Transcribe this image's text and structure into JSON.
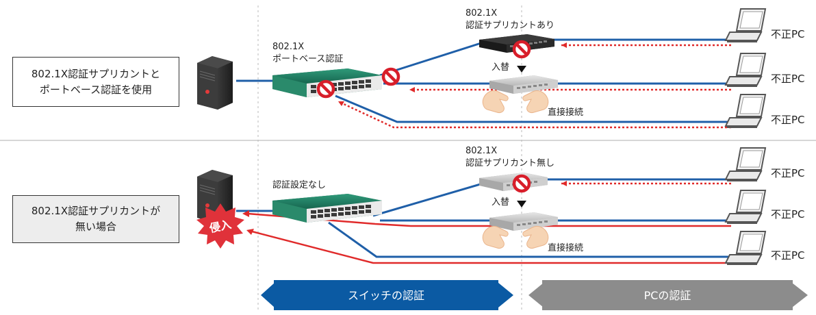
{
  "top_scenario": {
    "box_lines": [
      "802.1X認証サプリカントと",
      "ポートベース認証を使用"
    ],
    "switch_label_lines": [
      "802.1X",
      "ポートベース認証"
    ],
    "hub_label_lines": [
      "802.1X",
      "認証サプリカントあり"
    ],
    "swap_label": "入替",
    "direct_label": "直接接続",
    "pc_labels": [
      "不正PC",
      "不正PC",
      "不正PC"
    ]
  },
  "bottom_scenario": {
    "box_lines": [
      "802.1X認証サプリカントが",
      "無い場合"
    ],
    "switch_label": "認証設定なし",
    "hub_label_lines": [
      "802.1X",
      "認証サプリカント無し"
    ],
    "swap_label": "入替",
    "direct_label": "直接接続",
    "intrusion_badge": "侵入",
    "pc_labels": [
      "不正PC",
      "不正PC",
      "不正PC"
    ]
  },
  "footer": {
    "switch_auth": "スイッチの認証",
    "pc_auth": "PCの認証"
  },
  "colors": {
    "link_blue": "#1f5fa8",
    "attack_red": "#e02a2a",
    "block_red": "#d81e2a",
    "switch_arrow": "#0b5aa3",
    "pc_arrow": "#8c8c8c",
    "box_bottom_bg": "#ededed"
  },
  "icons": [
    "server-icon",
    "switch-icon",
    "hub-icon",
    "laptop-icon",
    "block-icon",
    "hand-icon",
    "intrusion-burst-icon",
    "down-triangle-icon"
  ]
}
